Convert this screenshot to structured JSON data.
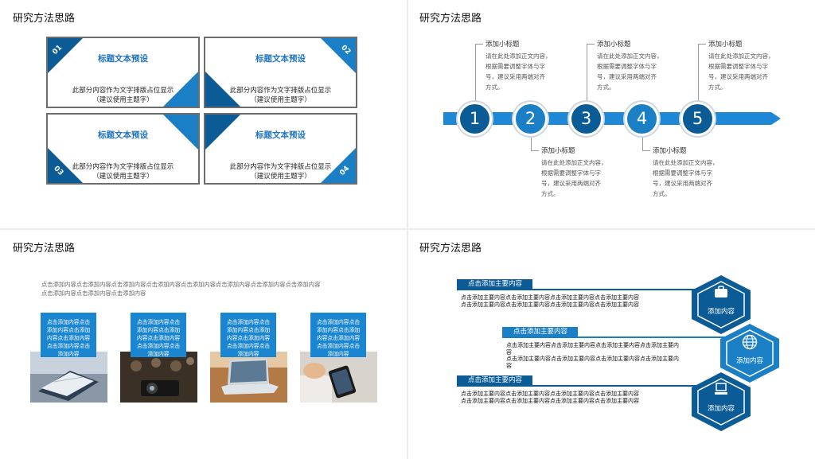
{
  "slides": [
    {
      "title": "研究方法思路",
      "cards": [
        {
          "num": "01",
          "title": "标题文本预设",
          "body1": "此部分内容作为文字排版占位显示",
          "body2": "（建议使用主题字）"
        },
        {
          "num": "02",
          "title": "标题文本预设",
          "body1": "此部分内容作为文字排版占位显示",
          "body2": "（建议使用主题字）"
        },
        {
          "num": "03",
          "title": "标题文本预设",
          "body1": "此部分内容作为文字排版占位显示",
          "body2": "（建议使用主题字）"
        },
        {
          "num": "04",
          "title": "标题文本预设",
          "body1": "此部分内容作为文字排版占位显示",
          "body2": "（建议使用主题字）"
        }
      ]
    },
    {
      "title": "研究方法思路",
      "steps": [
        "1",
        "2",
        "3",
        "4",
        "5"
      ],
      "notes": [
        {
          "head": "添加小标题",
          "l1": "请在此处添加正文内容，",
          "l2": "根据需要调整字体与字",
          "l3": "号，建议采用两端对齐",
          "l4": "方式。"
        },
        {
          "head": "添加小标题",
          "l1": "请在此处添加正文内容，",
          "l2": "根据需要调整字体与字",
          "l3": "号，建议采用两端对齐",
          "l4": "方式。"
        },
        {
          "head": "添加小标题",
          "l1": "请在此处添加正文内容，",
          "l2": "根据需要调整字体与字",
          "l3": "号，建议采用两端对齐",
          "l4": "方式。"
        },
        {
          "head": "添加小标题",
          "l1": "请在此处添加正文内容，",
          "l2": "根据需要调整字体与字",
          "l3": "号，建议采用两端对齐",
          "l4": "方式。"
        },
        {
          "head": "添加小标题",
          "l1": "请在此处添加正文内容，",
          "l2": "根据需要调整字体与字",
          "l3": "号，建议采用两端对齐",
          "l4": "方式。"
        }
      ]
    },
    {
      "title": "研究方法思路",
      "intro1": "点击添加内容点击添加内容点击添加内容点击添加内容点击添加内容点击添加内容点击添加内容点击添加内容",
      "intro2": "点击添加内容点击添加内容点击添加内容",
      "tags": [
        {
          "l1": "点击添加内容点击",
          "l2": "添加内容点击添加",
          "l3": "内容点击添加内容",
          "l4": "点击添加内容点击",
          "l5": "添加内容"
        },
        {
          "l1": "点击添加内容点击",
          "l2": "添加内容点击添加",
          "l3": "内容点击添加内容",
          "l4": "点击添加内容点击",
          "l5": "添加内容"
        },
        {
          "l1": "点击添加内容点击",
          "l2": "添加内容点击添加",
          "l3": "内容点击添加内容",
          "l4": "点击添加内容点击",
          "l5": "添加内容"
        },
        {
          "l1": "点击添加内容点击",
          "l2": "添加内容点击添加",
          "l3": "内容点击添加内容",
          "l4": "点击添加内容点击",
          "l5": "添加内容"
        }
      ]
    },
    {
      "title": "研究方法思路",
      "bars": [
        {
          "label": "点击添加主要内容",
          "l1": "点击添加主要内容点击添加主要内容点击添加主要内容点击添加主要内容",
          "l2": "点击添加主要内容点击添加主要内容点击添加主要内容点击添加主要内容"
        },
        {
          "label": "点击添加主要内容",
          "l1": "点击添加主要内容点击添加主要内容点击添加主要内容点击添加主要内",
          "l2": "容",
          "l3": "点击添加主要内容点击添加主要内容点击添加主要内容点击添加主要内",
          "l4": "容"
        },
        {
          "label": "点击添加主要内容",
          "l1": "点击添加主要内容点击添加主要内容点击添加主要内容点击添加主要内容",
          "l2": "点击添加主要内容点击添加主要内容点击添加主要内容点击添加主要内容"
        }
      ],
      "hexes": [
        "添加内容",
        "添加内容",
        "添加内容"
      ]
    }
  ],
  "colors": {
    "dark": "#0b5c96",
    "light": "#1b7fc6",
    "accent": "#1e88d6"
  }
}
